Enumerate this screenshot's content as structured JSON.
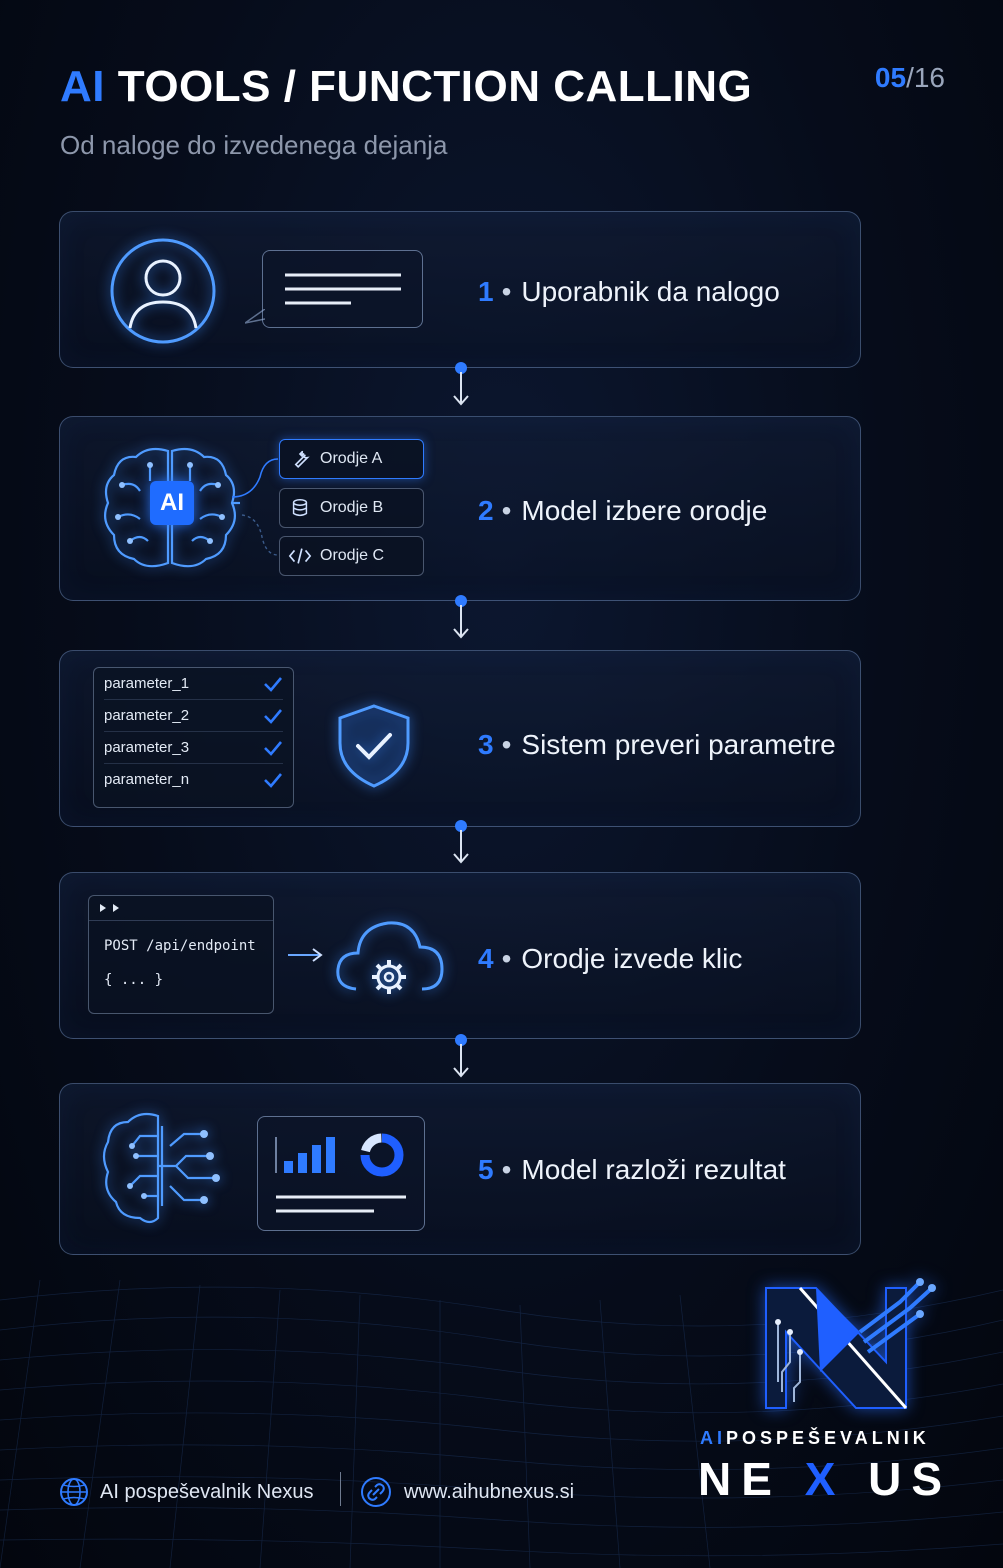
{
  "header": {
    "title_accent": "AI",
    "title_rest": "TOOLS / FUNCTION CALLING",
    "subtitle": "Od naloge do izvedenega dejanja",
    "page_current": "05",
    "page_total": "/16"
  },
  "steps": [
    {
      "num": "1",
      "label": "Uporabnik da nalogo"
    },
    {
      "num": "2",
      "label": "Model izbere orodje"
    },
    {
      "num": "3",
      "label": "Sistem preveri parametre"
    },
    {
      "num": "4",
      "label": "Orodje izvede klic"
    },
    {
      "num": "5",
      "label": "Model razloži rezultat"
    }
  ],
  "step_separator": "•",
  "model_badge": "AI",
  "tools": [
    {
      "label": "Orodje A",
      "icon": "wrench-icon",
      "active": true
    },
    {
      "label": "Orodje B",
      "icon": "database-icon",
      "active": false
    },
    {
      "label": "Orodje C",
      "icon": "code-icon",
      "active": false
    }
  ],
  "parameters": [
    "parameter_1",
    "parameter_2",
    "parameter_3",
    "parameter_n"
  ],
  "terminal": {
    "line1": "POST /api/endpoint",
    "line2": "{ ... }"
  },
  "footer": {
    "brand_text": "AI pospeševalnik Nexus",
    "website": "www.aihubnexus.si"
  },
  "logo": {
    "top_accent": "AI",
    "top_rest": "POSPEŠEVALNIK",
    "bottom_a": "NE",
    "bottom_x": "X",
    "bottom_b": "US"
  },
  "colors": {
    "accent": "#2f7bff",
    "background": "#060c1a",
    "card_border": "#7896c8"
  }
}
